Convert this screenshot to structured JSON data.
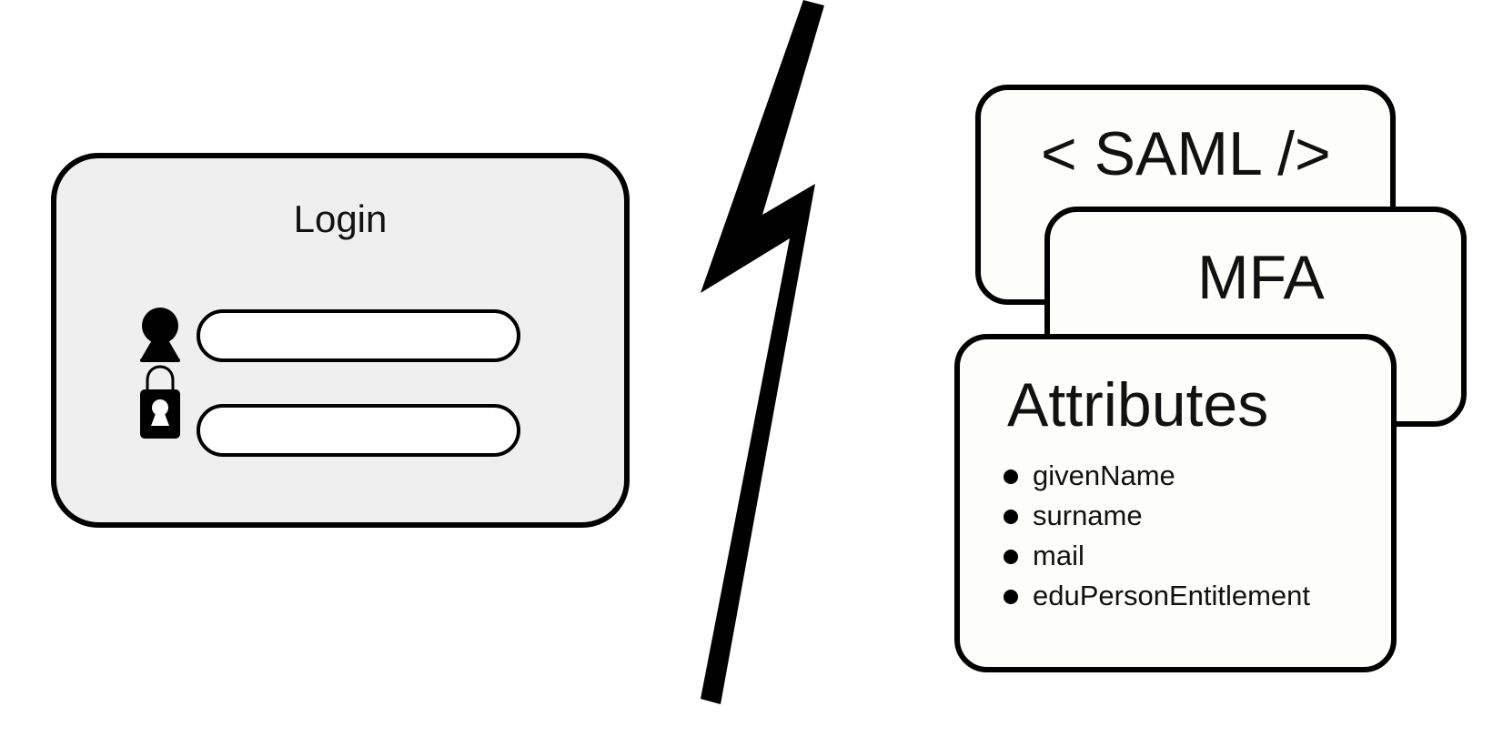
{
  "login": {
    "title": "Login",
    "fields": [
      {
        "icon": "user-icon",
        "value": ""
      },
      {
        "icon": "lock-icon",
        "value": ""
      }
    ]
  },
  "cards": {
    "saml": {
      "title": "< SAML />"
    },
    "mfa": {
      "title": "MFA"
    },
    "attributes": {
      "title": "Attributes",
      "items": [
        "givenName",
        "surname",
        "mail",
        "eduPersonEntitlement"
      ]
    }
  },
  "colors": {
    "outline": "#000000",
    "login_fill": "#efefef",
    "card_fill": "#fdfdf9",
    "input_fill": "#ffffff"
  },
  "icons": [
    "user-icon",
    "lock-icon",
    "lightning-bolt-icon",
    "bullet-icon"
  ]
}
